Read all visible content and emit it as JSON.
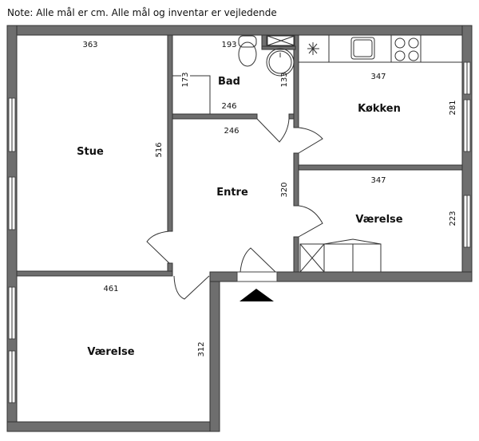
{
  "note": "Note: Alle mål er cm. Alle mål og inventar er vejledende",
  "rooms": {
    "stue": {
      "label": "Stue",
      "width": "363",
      "height": "516"
    },
    "bad": {
      "label": "Bad",
      "width": "193",
      "height": "133",
      "sub_width": "246",
      "sub_height": "173"
    },
    "koekken": {
      "label": "Køkken",
      "width": "347",
      "height": "281"
    },
    "entre": {
      "label": "Entre",
      "width": "246",
      "height": "320"
    },
    "vaerelse_right": {
      "label": "Værelse",
      "width": "347",
      "height": "223"
    },
    "vaerelse_bottom": {
      "label": "Værelse",
      "width": "461",
      "height": "312"
    }
  },
  "colors": {
    "wall": "#6e6e6e",
    "line": "#333333"
  }
}
